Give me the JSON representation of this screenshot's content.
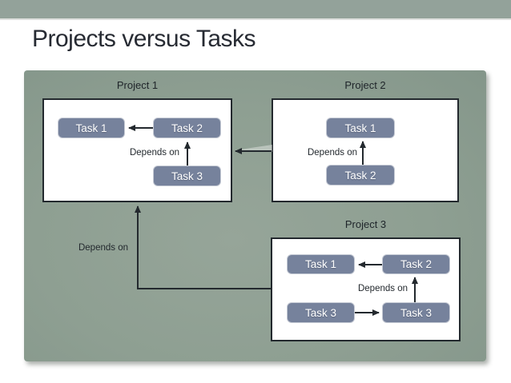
{
  "titlebar": {
    "title": "Projects versus Tasks"
  },
  "colors": {
    "top_bar": "#93a29a",
    "panel_green": "#8e9f92",
    "task_fill": "#76829c",
    "task_border": "#c5cad4",
    "project_fill": "#ffffff",
    "line": "#23292e",
    "title_text": "#272b33"
  },
  "diagram": {
    "projects": [
      {
        "label": "Project 1",
        "tasks": [
          "Task 1",
          "Task 2",
          "Task 3"
        ],
        "dependency_label": "Depends on"
      },
      {
        "label": "Project 2",
        "tasks": [
          "Task 1",
          "Task 2"
        ],
        "dependency_label": "Depends on"
      },
      {
        "label": "Project 3",
        "tasks": [
          "Task 1",
          "Task 2",
          "Task 3",
          "Task 3"
        ],
        "dependency_label": "Depends on"
      }
    ],
    "external_dependency_label": "Depends on"
  }
}
